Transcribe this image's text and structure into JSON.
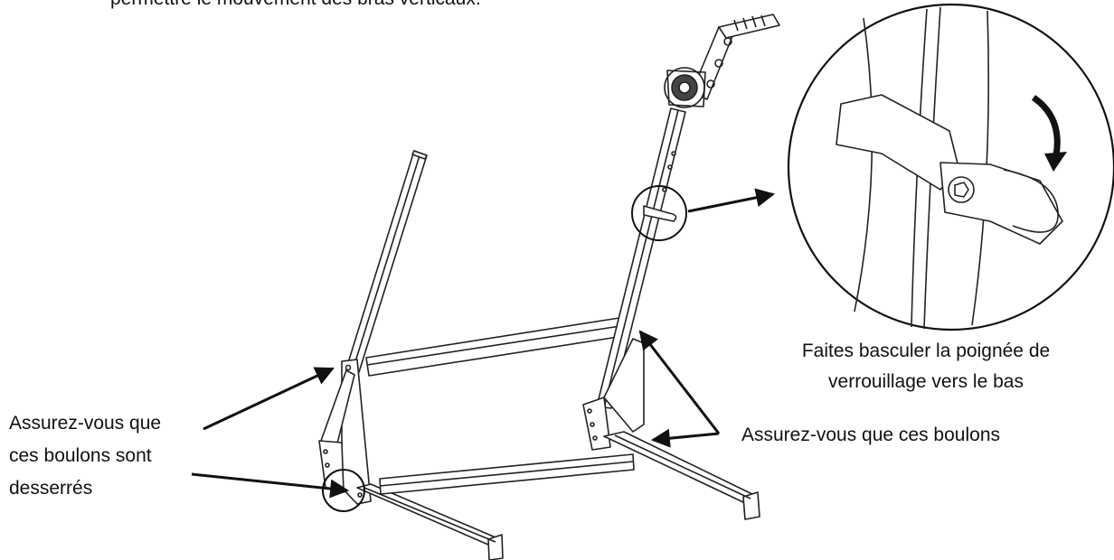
{
  "instructions": {
    "top_text": "permettre le mouvement des bras verticaux."
  },
  "zoom_callout": {
    "caption_line1": "Faites basculer la poignée de",
    "caption_line2": "verrouillage vers le bas"
  },
  "left_callout": {
    "line1": "Assurez-vous que",
    "line2": "ces boulons sont",
    "line3": "desserrés"
  },
  "right_callout": {
    "text": "Assurez-vous que ces boulons"
  }
}
